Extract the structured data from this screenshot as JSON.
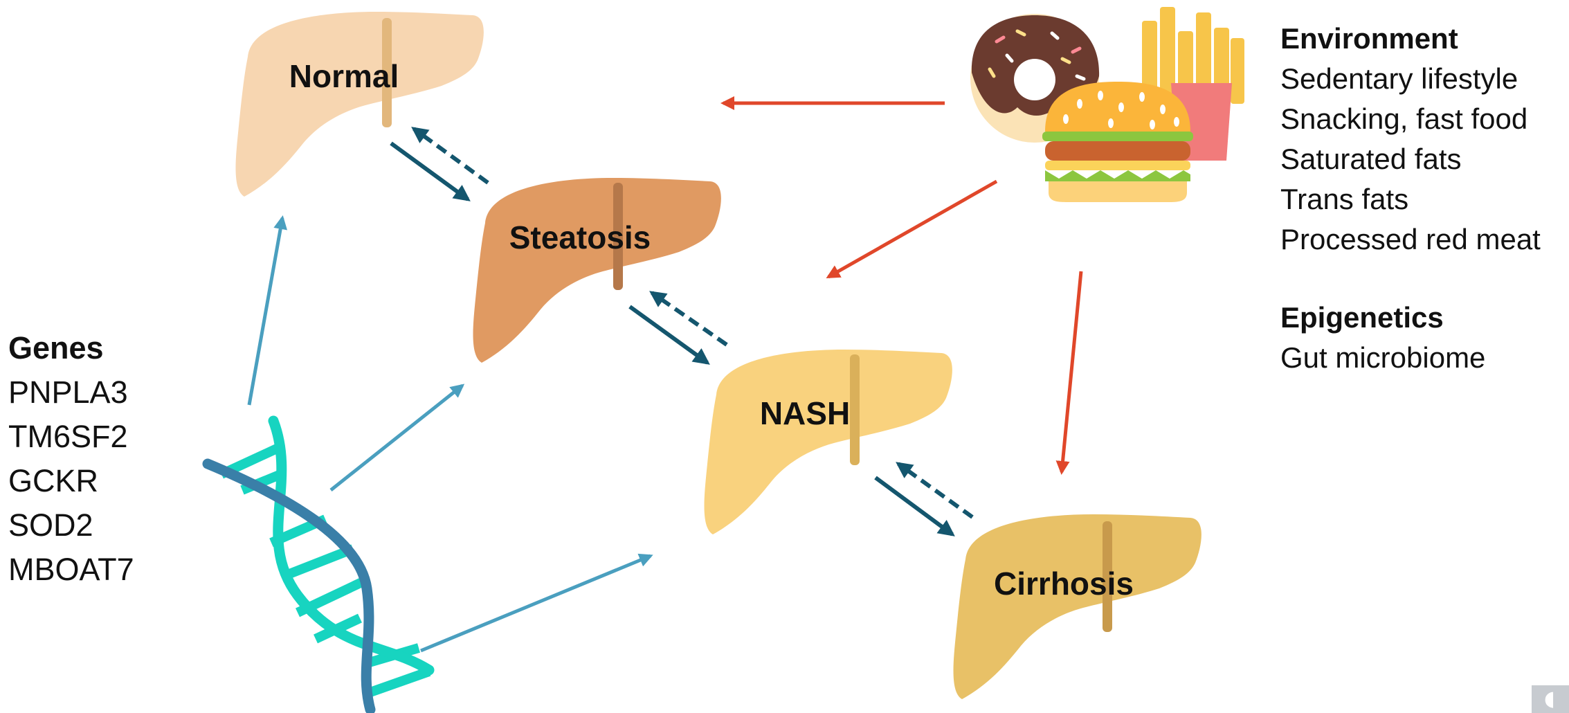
{
  "stages": {
    "normal": "Normal",
    "steatosis": "Steatosis",
    "nash": "NASH",
    "cirrhosis": "Cirrhosis"
  },
  "genes": {
    "heading": "Genes",
    "items": [
      "PNPLA3",
      "TM6SF2",
      "GCKR",
      "SOD2",
      "MBOAT7"
    ]
  },
  "environment": {
    "heading": "Environment",
    "items": [
      "Sedentary lifestyle",
      "Snacking, fast food",
      "Saturated fats",
      "Trans fats",
      "Processed red meat"
    ]
  },
  "epigenetics": {
    "heading": "Epigenetics",
    "items": [
      "Gut microbiome"
    ]
  },
  "icons": [
    "liver-icon",
    "dna-icon",
    "donut-icon",
    "burger-icon",
    "fries-icon"
  ],
  "colors": {
    "normal_liver": "#f7d6b1",
    "steatosis_liver": "#e09a62",
    "nash_liver": "#f9d27e",
    "cirrhosis_liver": "#e8c167",
    "progression_arrow": "#14566e",
    "gene_arrow": "#4a9fbf",
    "environment_arrow": "#e0472a",
    "dna_strand_a": "#17d4c0",
    "dna_strand_b": "#3a7fa8"
  }
}
